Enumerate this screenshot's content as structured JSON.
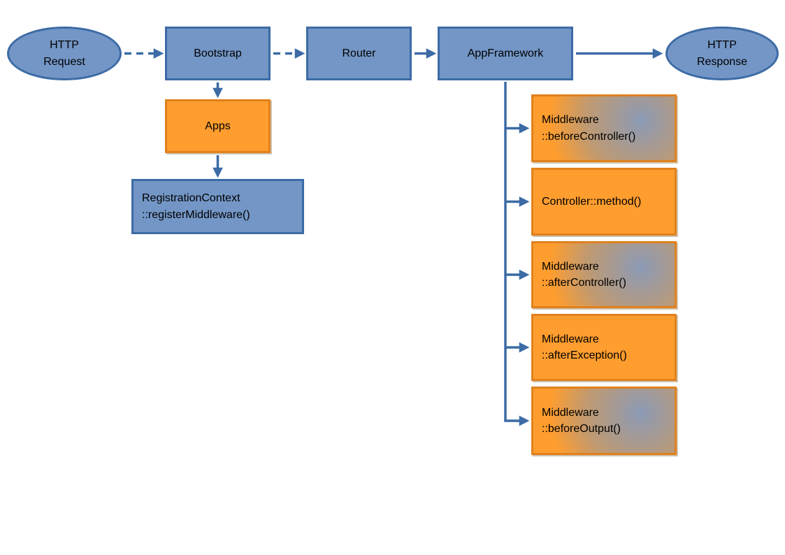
{
  "diagram": {
    "nodes": {
      "http_request": {
        "label": "HTTP\nRequest"
      },
      "bootstrap": {
        "label": "Bootstrap"
      },
      "router": {
        "label": "Router"
      },
      "app_framework": {
        "label": "AppFramework"
      },
      "http_response": {
        "label": "HTTP\nResponse"
      },
      "apps": {
        "label": "Apps"
      },
      "registration_context": {
        "label": "RegistrationContext\n::registerMiddleware()"
      },
      "middleware_before_controller": {
        "label": "Middleware\n::beforeController()"
      },
      "controller_method": {
        "label": "Controller::method()"
      },
      "middleware_after_controller": {
        "label": "Middleware\n::afterController()"
      },
      "middleware_after_exception": {
        "label": "Middleware\n::afterException()"
      },
      "middleware_before_output": {
        "label": "Middleware\n::beforeOutput()"
      }
    },
    "edges": [
      {
        "from": "HTTP Request",
        "to": "Bootstrap",
        "style": "dashed"
      },
      {
        "from": "Bootstrap",
        "to": "Router",
        "style": "dashed"
      },
      {
        "from": "Router",
        "to": "AppFramework",
        "style": "solid"
      },
      {
        "from": "AppFramework",
        "to": "HTTP Response",
        "style": "solid"
      },
      {
        "from": "Bootstrap",
        "to": "Apps",
        "style": "solid"
      },
      {
        "from": "Apps",
        "to": "RegistrationContext::registerMiddleware()",
        "style": "solid"
      },
      {
        "from": "AppFramework",
        "to": "Middleware::beforeController()",
        "style": "solid"
      },
      {
        "from": "AppFramework",
        "to": "Controller::method()",
        "style": "solid"
      },
      {
        "from": "AppFramework",
        "to": "Middleware::afterController()",
        "style": "solid"
      },
      {
        "from": "AppFramework",
        "to": "Middleware::afterException()",
        "style": "solid"
      },
      {
        "from": "AppFramework",
        "to": "Middleware::beforeOutput()",
        "style": "solid"
      }
    ],
    "colors": {
      "blue_fill": "#7396c6",
      "blue_border": "#3c6ba5",
      "orange_fill": "#ff9d2e",
      "orange_border": "#e0811e",
      "gradient_slate": "#8b9ab6",
      "arrow": "#3c6ba5"
    }
  }
}
